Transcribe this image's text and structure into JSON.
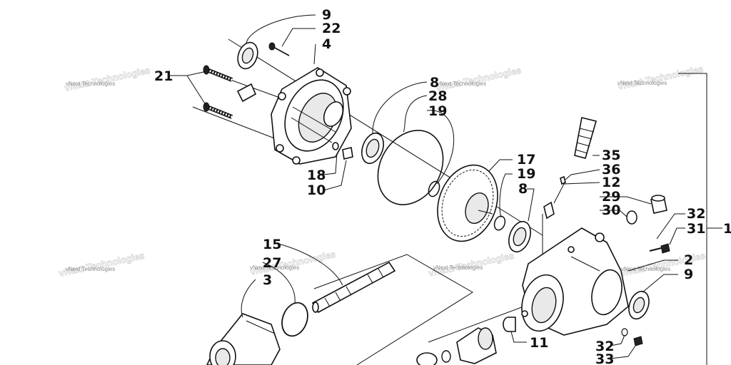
{
  "watermark": "vNext Technologies",
  "callouts": [
    {
      "id": "c9a",
      "text": "9"
    },
    {
      "id": "c22",
      "text": "22"
    },
    {
      "id": "c4",
      "text": "4"
    },
    {
      "id": "c21",
      "text": "21"
    },
    {
      "id": "c8a",
      "text": "8"
    },
    {
      "id": "c28",
      "text": "28"
    },
    {
      "id": "c19a",
      "text": "19"
    },
    {
      "id": "c17",
      "text": "17"
    },
    {
      "id": "c19b",
      "text": "19"
    },
    {
      "id": "c8b",
      "text": "8"
    },
    {
      "id": "c18",
      "text": "18"
    },
    {
      "id": "c10",
      "text": "10"
    },
    {
      "id": "c35",
      "text": "35"
    },
    {
      "id": "c36",
      "text": "36"
    },
    {
      "id": "c12",
      "text": "12"
    },
    {
      "id": "c29",
      "text": "29"
    },
    {
      "id": "c30",
      "text": "30"
    },
    {
      "id": "c32a",
      "text": "32"
    },
    {
      "id": "c31",
      "text": "31"
    },
    {
      "id": "c1",
      "text": "1"
    },
    {
      "id": "c2",
      "text": "2"
    },
    {
      "id": "c9b",
      "text": "9"
    },
    {
      "id": "c15",
      "text": "15"
    },
    {
      "id": "c27",
      "text": "27"
    },
    {
      "id": "c3",
      "text": "3"
    },
    {
      "id": "c11",
      "text": "11"
    },
    {
      "id": "c32b",
      "text": "32"
    },
    {
      "id": "c33",
      "text": "33"
    }
  ]
}
